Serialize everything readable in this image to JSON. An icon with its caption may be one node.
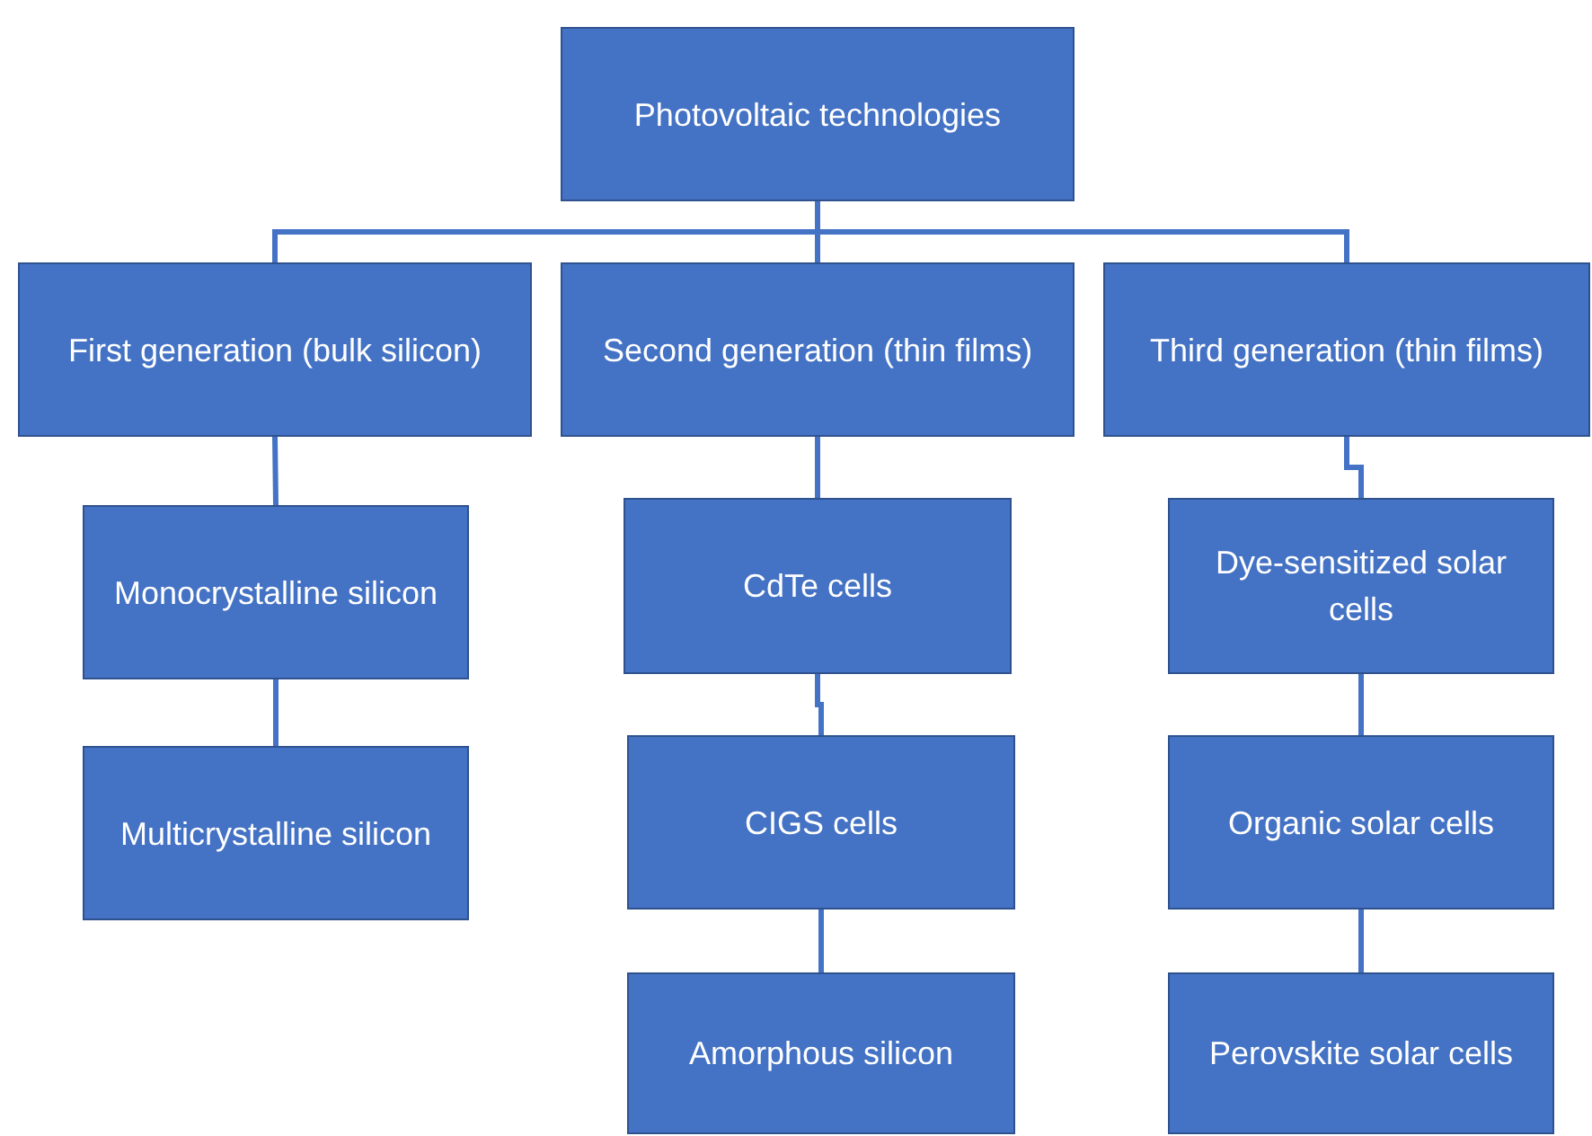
{
  "diagram": {
    "nodes": [
      {
        "text": [
          "Photovoltaic technologies"
        ]
      },
      {
        "text": [
          "First generation (bulk silicon)"
        ]
      },
      {
        "text": [
          "Second generation (thin films)"
        ]
      },
      {
        "text": [
          "Third generation (thin films)"
        ]
      },
      {
        "text": [
          "Monocrystalline silicon"
        ]
      },
      {
        "text": [
          "Multicrystalline silicon"
        ]
      },
      {
        "text": [
          "CdTe cells"
        ]
      },
      {
        "text": [
          "CIGS cells"
        ]
      },
      {
        "text": [
          "Amorphous silicon"
        ]
      },
      {
        "text": [
          "Dye-sensitized solar cells"
        ]
      },
      {
        "text": [
          "Organic solar cells"
        ]
      },
      {
        "text": [
          "Perovskite solar cells"
        ]
      }
    ],
    "edges": [
      {
        "from": 0,
        "to": 1,
        "arrow": "none"
      },
      {
        "from": 0,
        "to": 2,
        "arrow": "none"
      },
      {
        "from": 0,
        "to": 3,
        "arrow": "none"
      },
      {
        "from": 1,
        "to": 4,
        "arrow": "none"
      },
      {
        "from": 4,
        "to": 5,
        "arrow": "none"
      },
      {
        "from": 2,
        "to": 6,
        "arrow": "none"
      },
      {
        "from": 6,
        "to": 7,
        "arrow": "none"
      },
      {
        "from": 7,
        "to": 8,
        "arrow": "none"
      },
      {
        "from": 3,
        "to": 9,
        "arrow": "none"
      },
      {
        "from": 9,
        "to": 10,
        "arrow": "none"
      },
      {
        "from": 10,
        "to": 11,
        "arrow": "none"
      }
    ]
  }
}
